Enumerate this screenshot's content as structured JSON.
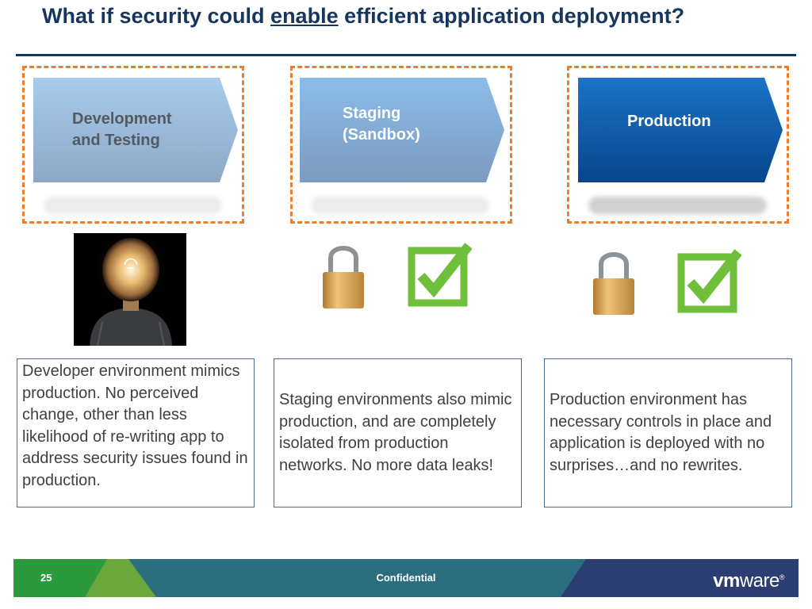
{
  "title": {
    "part1": "What if security could ",
    "emphasis": "enable",
    "part2": " efficient application deployment?"
  },
  "stages": [
    {
      "label_line1": "Development",
      "label_line2": "and Testing",
      "color": "#7da6d4"
    },
    {
      "label_line1": "Staging",
      "label_line2": "(Sandbox)",
      "color": "#7da6d4"
    },
    {
      "label_line1": "Production",
      "label_line2": "",
      "color": "#0a57a6"
    }
  ],
  "colors": {
    "title": "#17365d",
    "dashed_border": "#f07c2a",
    "check_green": "#6fbf3a",
    "lock_gold": "#d9a24e",
    "footer_teal": "#2b6e80",
    "footer_green": "#6aa83c",
    "footer_navy": "#2c3d72"
  },
  "icons": {
    "bulb_photo": "lightbulb-head-photo",
    "lock": "padlock-icon",
    "check": "checkbox-checked-icon"
  },
  "descriptions": [
    {
      "text": "Developer environment mimics production. No perceived change, other than less likelihood of re-writing app to address security issues found in production."
    },
    {
      "text": "Staging environments also mimic production, and are completely isolated from production networks. No more data leaks!"
    },
    {
      "text": "Production environment has necessary controls in place and application is deployed with no surprises…and no rewrites."
    }
  ],
  "footer": {
    "page_number": "25",
    "confidential": "Confidential",
    "logo_vm": "vm",
    "logo_ware": "ware",
    "logo_mark": "®"
  }
}
